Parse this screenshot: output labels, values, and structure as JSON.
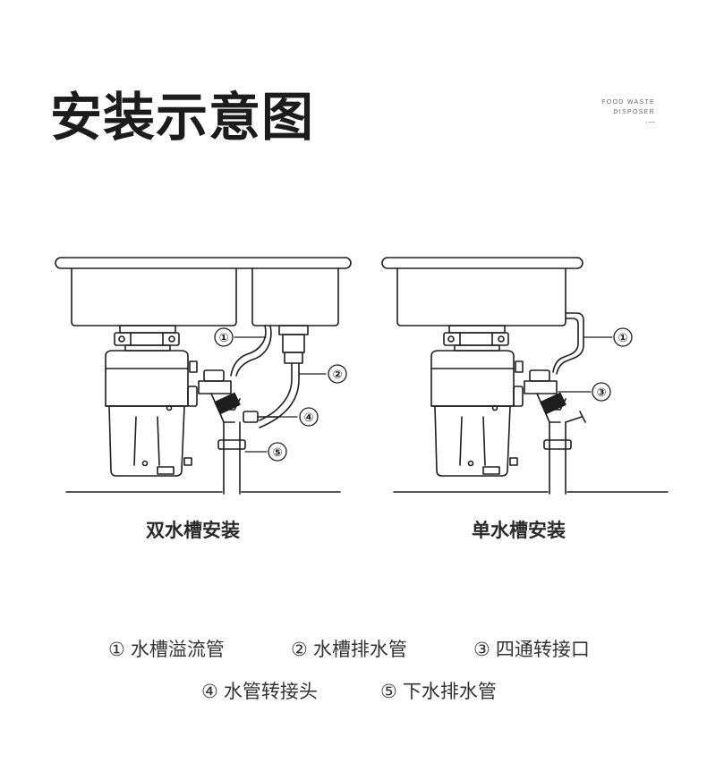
{
  "header": {
    "title": "安装示意图",
    "brand_line1": "FOOD WASTE",
    "brand_line2": "DISPOSER",
    "brand_mark": "·—"
  },
  "diagram": {
    "callouts": [
      "①",
      "②",
      "④",
      "⑤",
      "①",
      "③"
    ]
  },
  "captions": {
    "double_sink": "双水槽安装",
    "single_sink": "单水槽安装"
  },
  "legend": {
    "items": [
      {
        "num": "①",
        "label": "水槽溢流管"
      },
      {
        "num": "②",
        "label": "水槽排水管"
      },
      {
        "num": "③",
        "label": "四通转接口"
      },
      {
        "num": "④",
        "label": "水管转接头"
      },
      {
        "num": "⑤",
        "label": "下水排水管"
      }
    ]
  }
}
